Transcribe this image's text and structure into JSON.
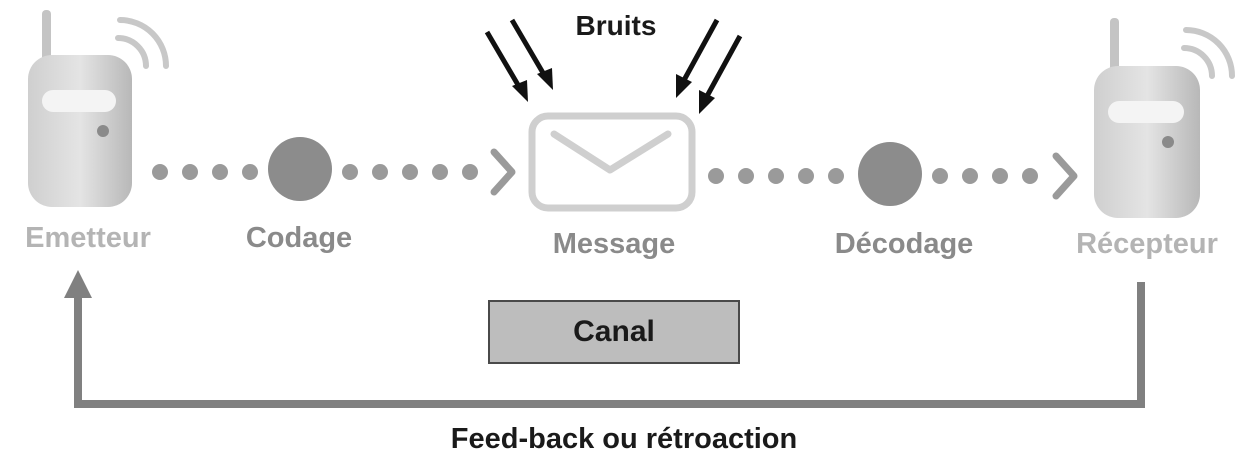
{
  "labels": {
    "noise": "Bruits",
    "sender": "Emetteur",
    "encoding": "Codage",
    "message": "Message",
    "decoding": "Décodage",
    "receiver": "Récepteur",
    "channel": "Canal",
    "feedback": "Feed-back ou rétroaction"
  },
  "colors": {
    "device_light": "#d9d9d9",
    "device_dark": "#b0b0b0",
    "dots": "#9a9a9a",
    "node": "#8c8c8c",
    "feedback_arrow": "#808080",
    "noise_arrows": "#111111",
    "envelope": "#cfcfcf"
  },
  "icons": [
    "transmitter-device-icon",
    "receiver-device-icon",
    "envelope-icon",
    "noise-arrow-icon"
  ]
}
